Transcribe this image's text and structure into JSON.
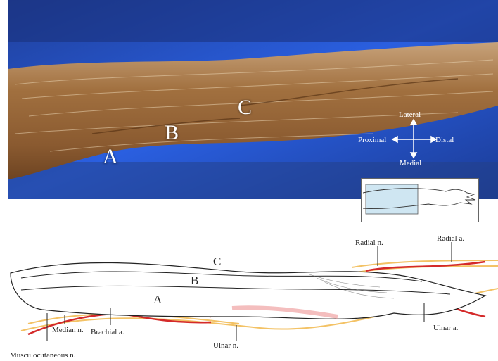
{
  "photo": {
    "labels": {
      "a": "A",
      "b": "B",
      "c": "C"
    },
    "orientation": {
      "lateral": "Lateral",
      "medial": "Medial",
      "proximal": "Proximal",
      "distal": "Distal"
    }
  },
  "drawing": {
    "letters": {
      "a": "A",
      "b": "B",
      "c": "C"
    },
    "labels": {
      "radial_n": "Radial n.",
      "radial_a": "Radial a.",
      "brachial_a": "Brachial a.",
      "median_n": "Median n.",
      "musculocutaneous_n": "Musculocutaneous n.",
      "ulnar_n": "Ulnar n.",
      "ulnar_a": "Ulnar a."
    }
  },
  "colors": {
    "artery": "#d42a2a",
    "nerve": "#f3c265",
    "background": "#1c4fc4",
    "muscle": "#9a6a3c"
  }
}
